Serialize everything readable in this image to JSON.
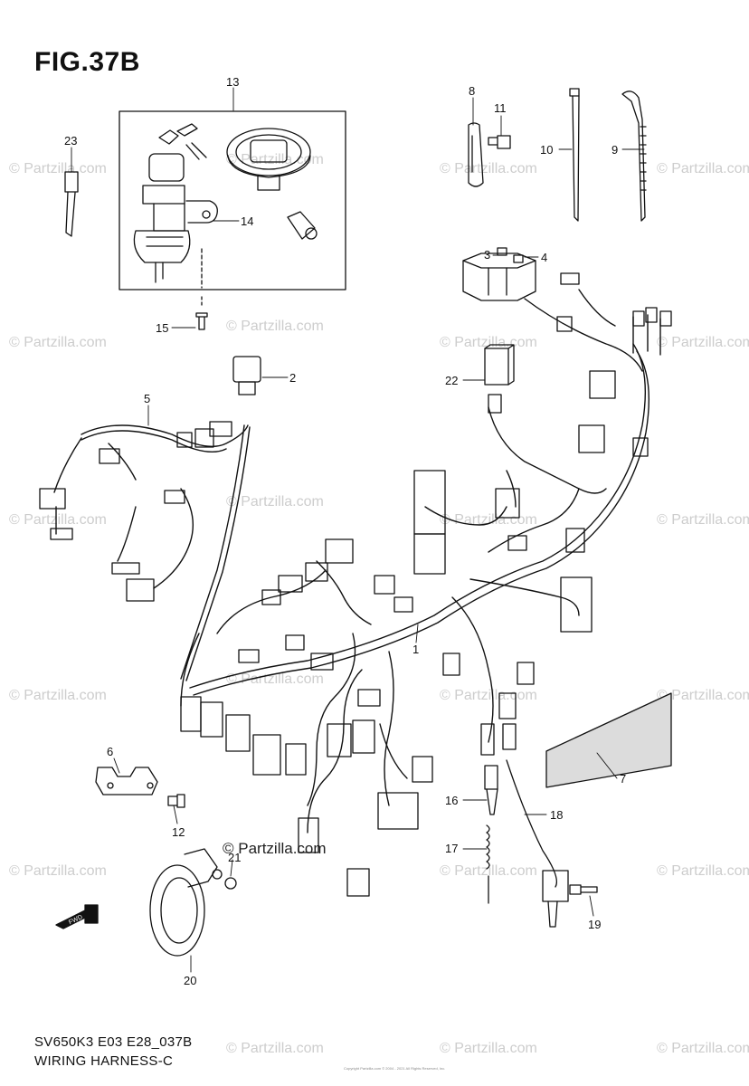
{
  "title": "FIG.37B",
  "footer": {
    "code": "SV650K3 E03 E28_037B",
    "name": "WIRING HARNESS-C",
    "copyright": "Copyright\nPartzilla.com © 2004 - 2021 All Rights Reserved, Inc."
  },
  "watermark": {
    "text": "© Partzilla.com",
    "brand": "© Partzilla.com"
  },
  "parts": [
    {
      "ref": "1",
      "label": "1"
    },
    {
      "ref": "2",
      "label": "2"
    },
    {
      "ref": "3",
      "label": "3"
    },
    {
      "ref": "4",
      "label": "4"
    },
    {
      "ref": "5",
      "label": "5"
    },
    {
      "ref": "6",
      "label": "6"
    },
    {
      "ref": "7",
      "label": "7"
    },
    {
      "ref": "8",
      "label": "8"
    },
    {
      "ref": "9",
      "label": "9"
    },
    {
      "ref": "10",
      "label": "10"
    },
    {
      "ref": "11",
      "label": "11"
    },
    {
      "ref": "12",
      "label": "12"
    },
    {
      "ref": "13",
      "label": "13"
    },
    {
      "ref": "14",
      "label": "14"
    },
    {
      "ref": "15",
      "label": "15"
    },
    {
      "ref": "16",
      "label": "16"
    },
    {
      "ref": "17",
      "label": "17"
    },
    {
      "ref": "18",
      "label": "18"
    },
    {
      "ref": "19",
      "label": "19"
    },
    {
      "ref": "20",
      "label": "20"
    },
    {
      "ref": "21",
      "label": "21"
    },
    {
      "ref": "22",
      "label": "22"
    },
    {
      "ref": "23",
      "label": "23"
    }
  ],
  "fwd_arrow": {
    "label": "FWD"
  }
}
